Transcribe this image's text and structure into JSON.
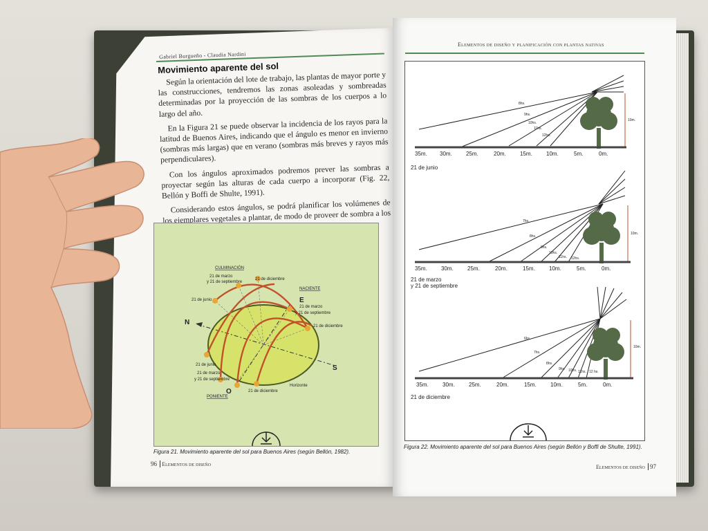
{
  "left_page": {
    "running_head": "Gabriel Burgueño - Claudia Nardini",
    "heading": "Movimiento aparente del sol",
    "paragraphs": [
      "Según la orientación del lote de trabajo, las plantas de mayor porte y las construcciones, tendremos las zonas asoleadas y sombreadas determinadas por la proyección de las sombras de los cuerpos a lo largo del año.",
      "En la Figura 21 se puede observar la incidencia de los rayos para la latitud de Buenos Aires, indicando que el ángulo es menor en invierno (sombras más largas) que en verano (sombras más breves y rayos más perpendiculares).",
      "Con los ángulos aproximados podremos prever las sombras a proyectar según las alturas de cada cuerpo a incorporar (Fig. 22, Bellón y Boffi de Shulte, 1991).",
      "Considerando estos ángulos, se podrá planificar los volúmenes de los ejemplares vegetales a plantar, de modo de proveer de sombra a los sitios de uso y edificaciones."
    ],
    "caption": "Figura 21. Movimiento aparente del sol para Buenos Aires (según Bellón, 1982).",
    "folio_number": "96",
    "folio_label": "Elementos de diseño",
    "figure": {
      "labels": {
        "culminacion": "CULMINACIÓN",
        "marzo_sep_top": "21 de marzo",
        "marzo_sep_top2": "y 21 de septiembre",
        "diciembre_top": "21 de diciembre",
        "naciente": "NACIENTE",
        "junio_left": "21 de junio",
        "e_marzo": "21 de marzo",
        "e_sep": "y 21 de septiembre",
        "e_dic": "21 de diciembre",
        "junio_bottom": "21 de junio",
        "marzo_bottom": "21 de marzo",
        "sep_bottom": "y 21 de septiembre",
        "dic_bottom": "21 de diciembre",
        "horizonte": "Horizonte",
        "poniente": "PONIENTE"
      },
      "directions": {
        "n": "N",
        "e": "E",
        "s": "S",
        "o": "O"
      }
    }
  },
  "right_page": {
    "running_head": "Elementos de diseño y planificación con plantas nativas",
    "caption": "Figura 22. Movimiento aparente del sol para Buenos Aires (según Bellón y Boffi de Shulte, 1991).",
    "folio_number": "97",
    "folio_label": "Elementos de diseño",
    "ground_ticks": [
      "35m.",
      "30m.",
      "25m.",
      "20m.",
      "15m.",
      "10m.",
      "5m.",
      "0m."
    ],
    "tree_height": "10m.",
    "panels": [
      {
        "date_line1": "21 de junio",
        "date_line2": "",
        "hours": [
          "8hs.",
          "9hs.",
          "10hs.",
          "11hs.",
          "12hs."
        ]
      },
      {
        "date_line1": "21 de marzo",
        "date_line2": "y 21 de septiembre",
        "hours": [
          "7hs.",
          "8hs.",
          "9hs.",
          "10hs.",
          "11hs.",
          "12hs."
        ]
      },
      {
        "date_line1": "21 de diciembre",
        "date_line2": "",
        "hours": [
          "6hs.",
          "7hs.",
          "8hs.",
          "9hs.",
          "10hs.",
          "11hs.",
          "12 hs."
        ]
      }
    ]
  },
  "colors": {
    "green_rule": "#4f8a55",
    "figure_bg": "#d6e5b0",
    "sun_path": "#c0522a",
    "sun_point": "#e8a636",
    "ellipse_fill": "#d7e26a",
    "tree": "#556b48"
  }
}
